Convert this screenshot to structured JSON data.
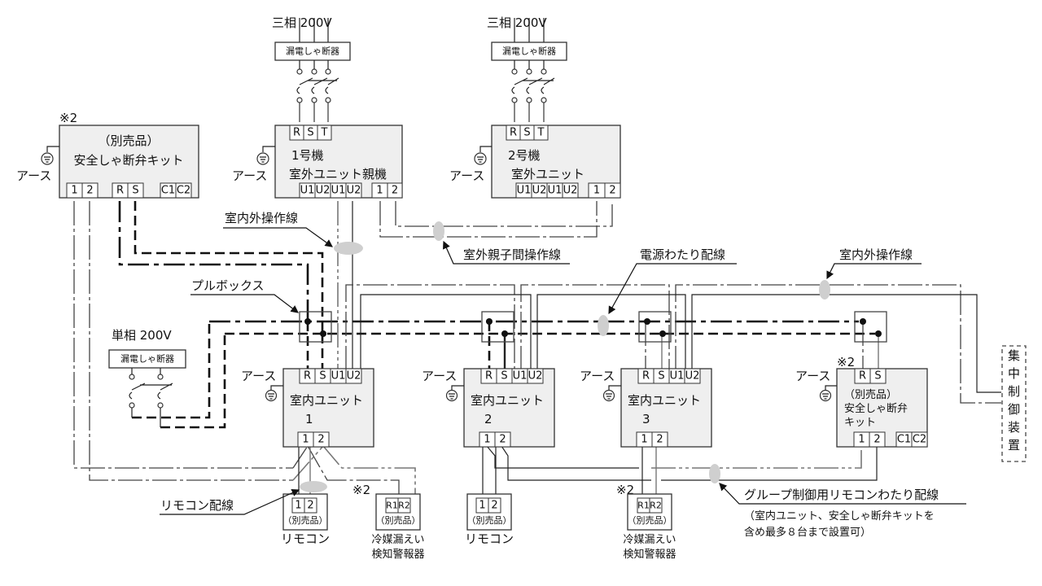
{
  "supplies": {
    "three_phase_1": "三相 200V",
    "three_phase_2": "三相 200V",
    "single_phase": "単相 200V",
    "breaker": "漏電しゃ断器"
  },
  "earth_label": "アース",
  "note_mark": "※2",
  "sold_separately": "（別売品）",
  "safety_kit_left": {
    "note": "※2",
    "line1": "（別売品）",
    "line2": "安全しゃ断弁キット",
    "terminals": [
      "1",
      "2",
      "R",
      "S",
      "C1",
      "C2"
    ]
  },
  "outdoor_unit_1": {
    "number": "1号機",
    "name": "室外ユニット親機",
    "power_terminals": [
      "R",
      "S",
      "T"
    ],
    "bus_terminals": [
      "U1",
      "U2",
      "U1",
      "U2"
    ],
    "link_terminals": [
      "1",
      "2"
    ]
  },
  "outdoor_unit_2": {
    "number": "2号機",
    "name": "室外ユニット",
    "power_terminals": [
      "R",
      "S",
      "T"
    ],
    "bus_terminals": [
      "U1",
      "U2",
      "U1",
      "U2"
    ],
    "link_terminals": [
      "1",
      "2"
    ]
  },
  "indoor_units": [
    {
      "name": "室内ユニット",
      "number": "1",
      "terminals": [
        "R",
        "S",
        "U1",
        "U2"
      ],
      "remote_terminals": [
        "1",
        "2"
      ]
    },
    {
      "name": "室内ユニット",
      "number": "2",
      "terminals": [
        "R",
        "S",
        "U1",
        "U2"
      ],
      "remote_terminals": [
        "1",
        "2"
      ]
    },
    {
      "name": "室内ユニット",
      "number": "3",
      "terminals": [
        "R",
        "S",
        "U1",
        "U2"
      ],
      "remote_terminals": [
        "1",
        "2"
      ]
    }
  ],
  "safety_kit_right": {
    "note": "※2",
    "line1": "（別売品）",
    "line2": "安全しゃ断弁",
    "line3": "キット",
    "terminals": [
      "R",
      "S",
      "1",
      "2",
      "C1",
      "C2"
    ]
  },
  "remotes": [
    {
      "terminals": [
        "1",
        "2"
      ],
      "sub": "（別売品）",
      "name": "リモコン"
    },
    {
      "terminals": [
        "1",
        "2"
      ],
      "sub": "（別売品）",
      "name": "リモコン"
    }
  ],
  "leak_detectors": [
    {
      "note": "※2",
      "terminals": [
        "R1",
        "R2"
      ],
      "sub": "（別売品）",
      "line1": "冷媒漏えい",
      "line2": "検知警報器"
    },
    {
      "note": "※2",
      "terminals": [
        "R1",
        "R2"
      ],
      "sub": "（別売品）",
      "line1": "冷媒漏えい",
      "line2": "検知警報器"
    }
  ],
  "central_controller": [
    "集",
    "中",
    "制",
    "御",
    "装",
    "置"
  ],
  "callouts": {
    "indoor_outdoor_control_1": "室内外操作線",
    "pull_box": "プルボックス",
    "outdoor_parent_child": "室外親子間操作線",
    "power_crossover": "電源わたり配線",
    "indoor_outdoor_control_2": "室内外操作線",
    "remote_wiring": "リモコン配線",
    "group_remote": "グループ制御用リモコンわたり配線",
    "group_remote_note1": "（室内ユニット、安全しゃ断弁キットを",
    "group_remote_note2": "含め最多８台まで設置可）"
  }
}
